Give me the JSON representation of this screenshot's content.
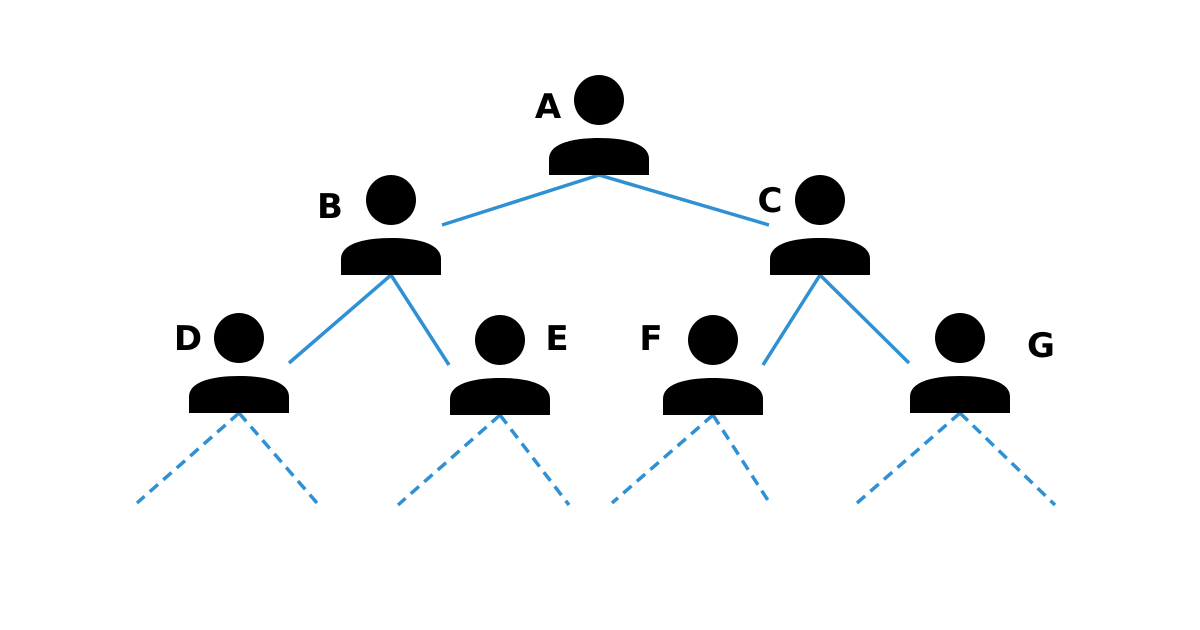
{
  "colors": {
    "background": "#ffffff",
    "person": "#000000",
    "connector": "#2f90d4"
  },
  "icon": "person-icon",
  "nodes": [
    {
      "id": "A",
      "label": "A",
      "level": 0
    },
    {
      "id": "B",
      "label": "B",
      "level": 1,
      "parent": "A"
    },
    {
      "id": "C",
      "label": "C",
      "level": 1,
      "parent": "A"
    },
    {
      "id": "D",
      "label": "D",
      "level": 2,
      "parent": "B"
    },
    {
      "id": "E",
      "label": "E",
      "level": 2,
      "parent": "B"
    },
    {
      "id": "F",
      "label": "F",
      "level": 2,
      "parent": "C"
    },
    {
      "id": "G",
      "label": "G",
      "level": 2,
      "parent": "C"
    }
  ],
  "edges": [
    {
      "from": "A",
      "to": "B",
      "style": "solid"
    },
    {
      "from": "A",
      "to": "C",
      "style": "solid"
    },
    {
      "from": "B",
      "to": "D",
      "style": "solid"
    },
    {
      "from": "B",
      "to": "E",
      "style": "solid"
    },
    {
      "from": "C",
      "to": "F",
      "style": "solid"
    },
    {
      "from": "C",
      "to": "G",
      "style": "solid"
    }
  ],
  "open_branches": {
    "nodes": [
      "D",
      "E",
      "F",
      "G"
    ],
    "per_node": 2,
    "style": "dashed"
  }
}
